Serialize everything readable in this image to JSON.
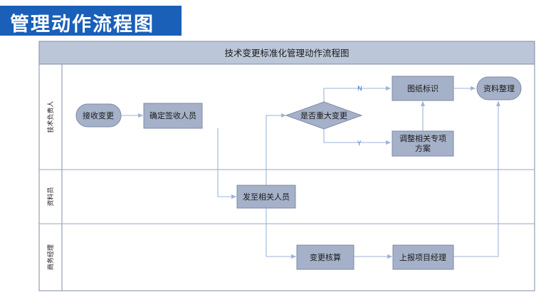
{
  "page": {
    "title": "管理动作流程图"
  },
  "diagram": {
    "title": "技术变更标准化管理动作流程图",
    "lanes": [
      {
        "label": "技术负责人"
      },
      {
        "label": "资料员"
      },
      {
        "label": "商务经理"
      }
    ],
    "nodes": {
      "receive": "接收变更",
      "confirm": "确定签收人员",
      "decision": "是否重大变更",
      "mark": "图纸标识",
      "archive": "资料整理",
      "adjust_line1": "调整相关专项",
      "adjust_line2": "方案",
      "send": "发至相关人员",
      "verify": "变更核算",
      "report": "上报项目经理"
    },
    "edge_labels": {
      "no": "N",
      "yes": "Y"
    }
  },
  "colors": {
    "banner_bg": "#1a5fb8",
    "node_fill": "#a5b1c8",
    "node_stroke": "#7f8ba6",
    "header_fill": "#bcc6d9",
    "border": "#7f8ba6",
    "connector": "#9fb3d8",
    "edge_label": "#3d7bd0"
  }
}
